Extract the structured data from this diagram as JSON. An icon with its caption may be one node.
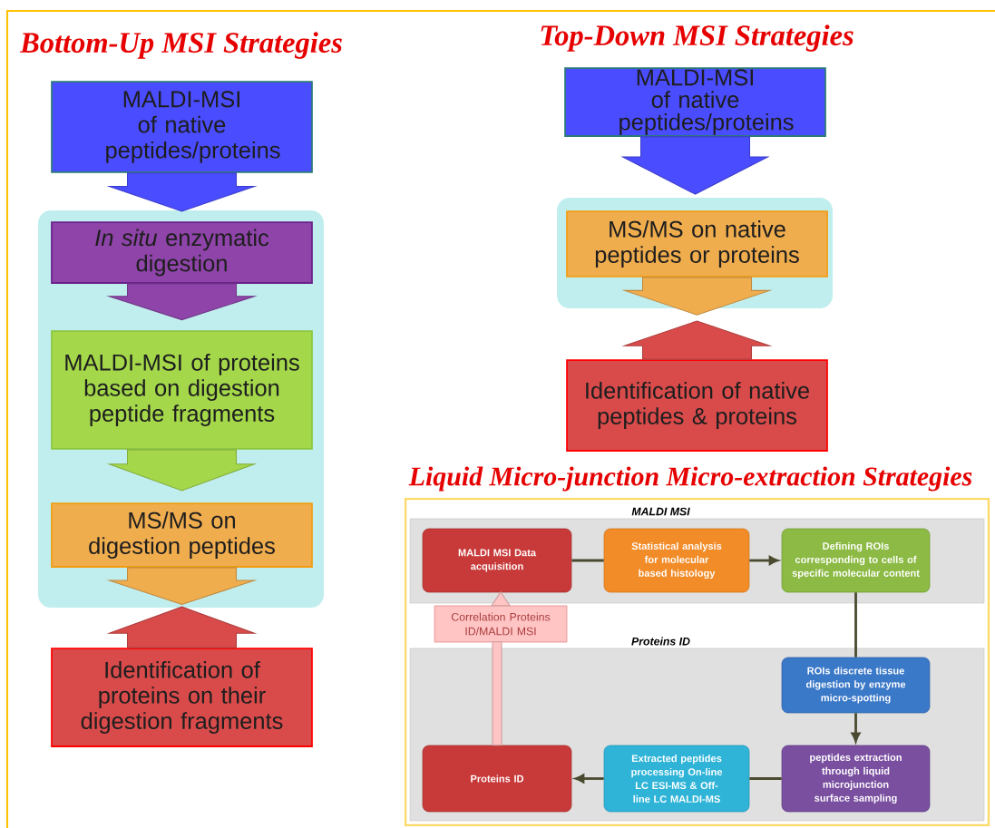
{
  "diagram": {
    "nodes": [
      {
        "text": [
          "MALDI-MSI of native peptides/proteins"
        ]
      },
      {
        "text": [],
        "shape": "box"
      },
      {
        "text": [
          "*In situ* enzymatic digestion"
        ],
        "in": 1
      },
      {
        "text": [
          "MALDI-MSI of proteins based on digestion peptide fragments"
        ],
        "in": 1
      },
      {
        "text": [
          "MS/MS on digestion peptides"
        ],
        "in": 1
      },
      {
        "text": [
          "Identification of proteins on their digestion fragments"
        ]
      },
      {
        "text": [
          "MALDI-MSI of native peptides/proteins"
        ]
      },
      {
        "text": [],
        "shape": "box"
      },
      {
        "text": [
          "MS/MS on native peptides or proteins"
        ],
        "in": 7
      },
      {
        "text": [
          "Identification of native peptides & proteins"
        ]
      },
      {
        "text": [
          "Liquid Micro-junction Micro-extraction Strategies"
        ]
      },
      {
        "text": [
          "MALDI MSI"
        ],
        "in": 10
      },
      {
        "text": [
          "MALDI MSI Data acquisition"
        ],
        "in": 11
      },
      {
        "text": [
          "Statistical analysis for molecular based histology"
        ],
        "in": 11
      },
      {
        "text": [
          "Defining ROIs corresponding to cells of specific molecular content"
        ],
        "in": 11
      },
      {
        "text": [
          "Proteins ID"
        ],
        "in": 10
      },
      {
        "text": [
          "ROIs discrete tissue digestion by enzyme micro-spotting"
        ],
        "in": 15
      },
      {
        "text": [
          "peptides extraction through liquid microjunction surface sampling"
        ],
        "in": 15
      },
      {
        "text": [
          "Extracted peptides processing On-line LC ESI-MS & Off-line LC MALDI-MS"
        ],
        "in": 15
      },
      {
        "text": [
          "Proteins ID"
        ],
        "in": 15
      },
      {
        "text": [
          "Correlation Proteins ID/MALDI MSI"
        ],
        "in": 10
      }
    ],
    "edges": [
      {
        "from": 0,
        "to": 1,
        "arrow": "to",
        "style": "thick",
        "color": "#4a4cff"
      },
      {
        "from": 2,
        "to": 3,
        "arrow": "to",
        "style": "thick",
        "color": "#8e44a8"
      },
      {
        "from": 3,
        "to": 4,
        "arrow": "to",
        "style": "thick",
        "color": "#a4d84a"
      },
      {
        "from": 4,
        "to": 5,
        "arrow": "to",
        "style": "thick",
        "color": "#f0ad4e"
      },
      {
        "from": 5,
        "to": 1,
        "arrow": "to",
        "style": "thick",
        "color": "#d94b4b"
      },
      {
        "from": 6,
        "to": 7,
        "arrow": "to",
        "style": "thick",
        "color": "#4a4cff"
      },
      {
        "from": 8,
        "to": 9,
        "arrow": "to",
        "style": "thick",
        "color": "#f0ad4e"
      },
      {
        "from": 9,
        "to": 7,
        "arrow": "to",
        "style": "thick",
        "color": "#d94b4b"
      },
      {
        "from": 12,
        "to": 13,
        "arrow": "none"
      },
      {
        "from": 13,
        "to": 14,
        "arrow": "to"
      },
      {
        "from": 14,
        "to": 16,
        "arrow": "none"
      },
      {
        "from": 16,
        "to": 17,
        "arrow": "to"
      },
      {
        "from": 17,
        "to": 18,
        "arrow": "none"
      },
      {
        "from": 18,
        "to": 19,
        "arrow": "to"
      },
      {
        "from": 19,
        "to": 20,
        "arrow": "none",
        "style": "thick",
        "color": "#ffc4c4"
      },
      {
        "from": 20,
        "to": 12,
        "arrow": "to",
        "style": "thick",
        "color": "#ffc4c4"
      }
    ],
    "labels": [
      "Bottom-Up MSI Strategies",
      "Top-Down MSI Strategies"
    ]
  }
}
